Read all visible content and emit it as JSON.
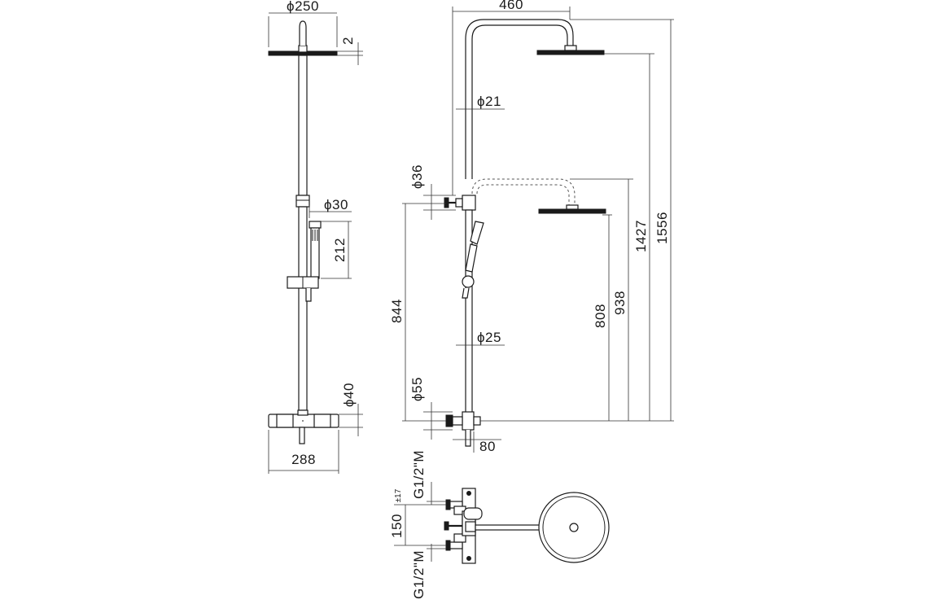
{
  "front_view": {
    "head_diameter": "ϕ250",
    "head_thickness": "2",
    "rod_diameter": "ϕ30",
    "hand_shower_length": "212",
    "mixer_diameter": "ϕ40",
    "mixer_width": "288"
  },
  "side_view": {
    "arm_projection": "460",
    "arm_pipe_diameter": "ϕ21",
    "diverter_diameter": "ϕ36",
    "rod_lower_diameter": "ϕ25",
    "valve_diameter": "ϕ55",
    "valve_projection": "80",
    "height_diverter": "844",
    "height_min_head_bottom": "808",
    "height_min_arm": "938",
    "height_max_head_bottom": "1427",
    "height_max_arm": "1556"
  },
  "top_view": {
    "inlet_thread_top": "G1/2\"M",
    "inlet_thread_bottom": "G1/2\"M",
    "inlet_spacing": "150",
    "inlet_spacing_tolerance": "±17"
  }
}
